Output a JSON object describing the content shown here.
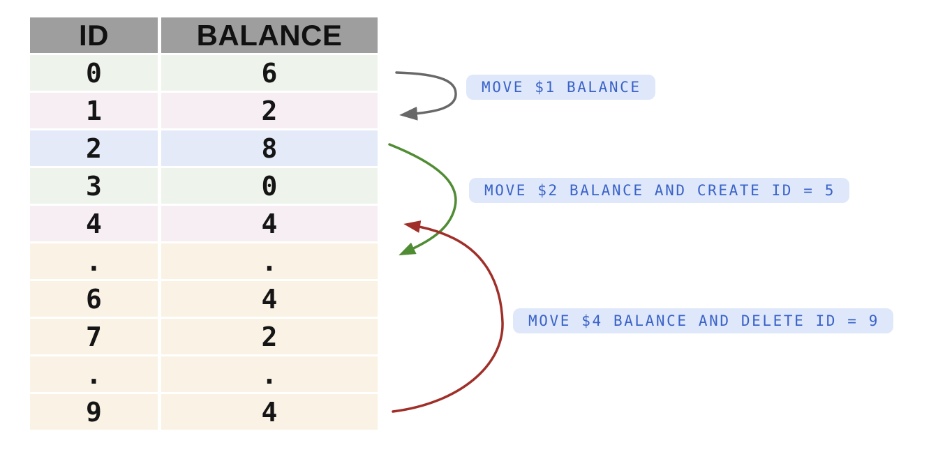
{
  "table": {
    "columns": [
      "ID",
      "BALANCE"
    ],
    "rows": [
      {
        "id": "0",
        "balance": "6",
        "color": "green"
      },
      {
        "id": "1",
        "balance": "2",
        "color": "pink"
      },
      {
        "id": "2",
        "balance": "8",
        "color": "blue"
      },
      {
        "id": "3",
        "balance": "0",
        "color": "green"
      },
      {
        "id": "4",
        "balance": "4",
        "color": "pink"
      },
      {
        "id": ".",
        "balance": ".",
        "color": "cream"
      },
      {
        "id": "6",
        "balance": "4",
        "color": "cream"
      },
      {
        "id": "7",
        "balance": "2",
        "color": "cream"
      },
      {
        "id": ".",
        "balance": ".",
        "color": "cream"
      },
      {
        "id": "9",
        "balance": "4",
        "color": "cream"
      }
    ]
  },
  "annotations": [
    {
      "label": "MOVE $1 BALANCE",
      "arrow_color": "#686868",
      "from_row_id": "0",
      "to_row_id": "1"
    },
    {
      "label": "MOVE $2 BALANCE AND CREATE ID = 5",
      "arrow_color": "#4f8c33",
      "from_row_id": "2",
      "to_row_id": "5"
    },
    {
      "label": "MOVE $4 BALANCE AND DELETE ID = 9",
      "arrow_color": "#9f2f28",
      "from_row_id": "9",
      "to_row_id": "4"
    }
  ],
  "colors": {
    "header_bg": "#9e9e9e",
    "row_fills": {
      "green": "#eef4eb",
      "pink": "#f7eef3",
      "blue": "#e4eaf8",
      "cream": "#faf2e4"
    },
    "note_bg": "#dee8fa",
    "note_text": "#3a62c8"
  }
}
